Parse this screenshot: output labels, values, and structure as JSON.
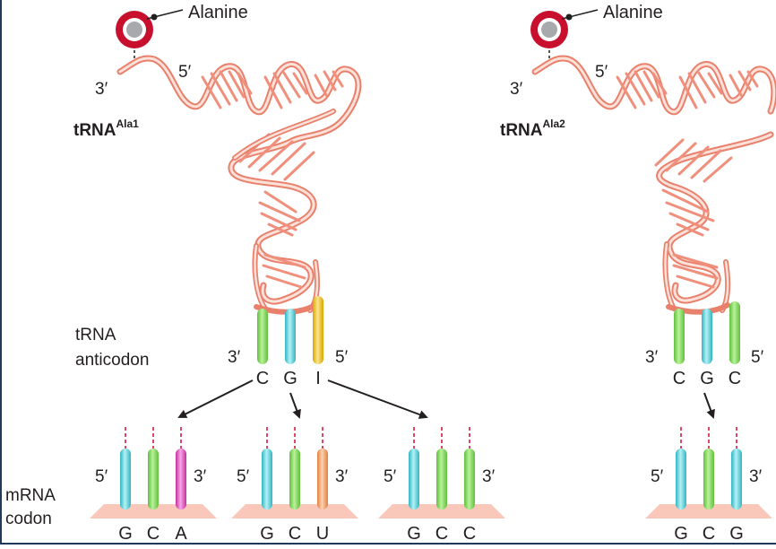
{
  "colors": {
    "border": "#1f3b5b",
    "ring": "#c8102e",
    "alanine_core": "#a7a9ac",
    "trna_light": "#fde0d8",
    "trna_mid": "#f8a898",
    "trna_dark": "#e8806c",
    "platform": "#f9c8ba",
    "base_C": "#7ed957",
    "base_G": "#59d3dc",
    "base_A": "#e44fc0",
    "base_U": "#f5a36d",
    "base_I": "#f2c318",
    "dash": "#e0305a"
  },
  "left": {
    "amino_acid": "Alanine",
    "trna_name": "tRNA",
    "trna_superscript": "Ala1",
    "label_3prime": "3′",
    "label_5prime": "5′",
    "anticodon_label_line1": "tRNA",
    "anticodon_label_line2": "anticodon",
    "anticodon_3prime": "3′",
    "anticodon_5prime": "5′",
    "anticodon": [
      "C",
      "G",
      "I"
    ],
    "codons": [
      {
        "bases": [
          "G",
          "C",
          "A"
        ],
        "label_5prime": "5′",
        "label_3prime": "3′"
      },
      {
        "bases": [
          "G",
          "C",
          "U"
        ],
        "label_5prime": "5′",
        "label_3prime": "3′"
      },
      {
        "bases": [
          "G",
          "C",
          "C"
        ],
        "label_5prime": "5′",
        "label_3prime": "3′"
      }
    ]
  },
  "right": {
    "amino_acid": "Alanine",
    "trna_name": "tRNA",
    "trna_superscript": "Ala2",
    "label_3prime": "3′",
    "label_5prime": "5′",
    "anticodon_3prime": "3′",
    "anticodon_5prime": "5′",
    "anticodon": [
      "C",
      "G",
      "C"
    ],
    "codons": [
      {
        "bases": [
          "G",
          "C",
          "G"
        ],
        "label_5prime": "5′",
        "label_3prime": "3′"
      }
    ]
  },
  "mrna_label_line1": "mRNA",
  "mrna_label_line2": "codon"
}
